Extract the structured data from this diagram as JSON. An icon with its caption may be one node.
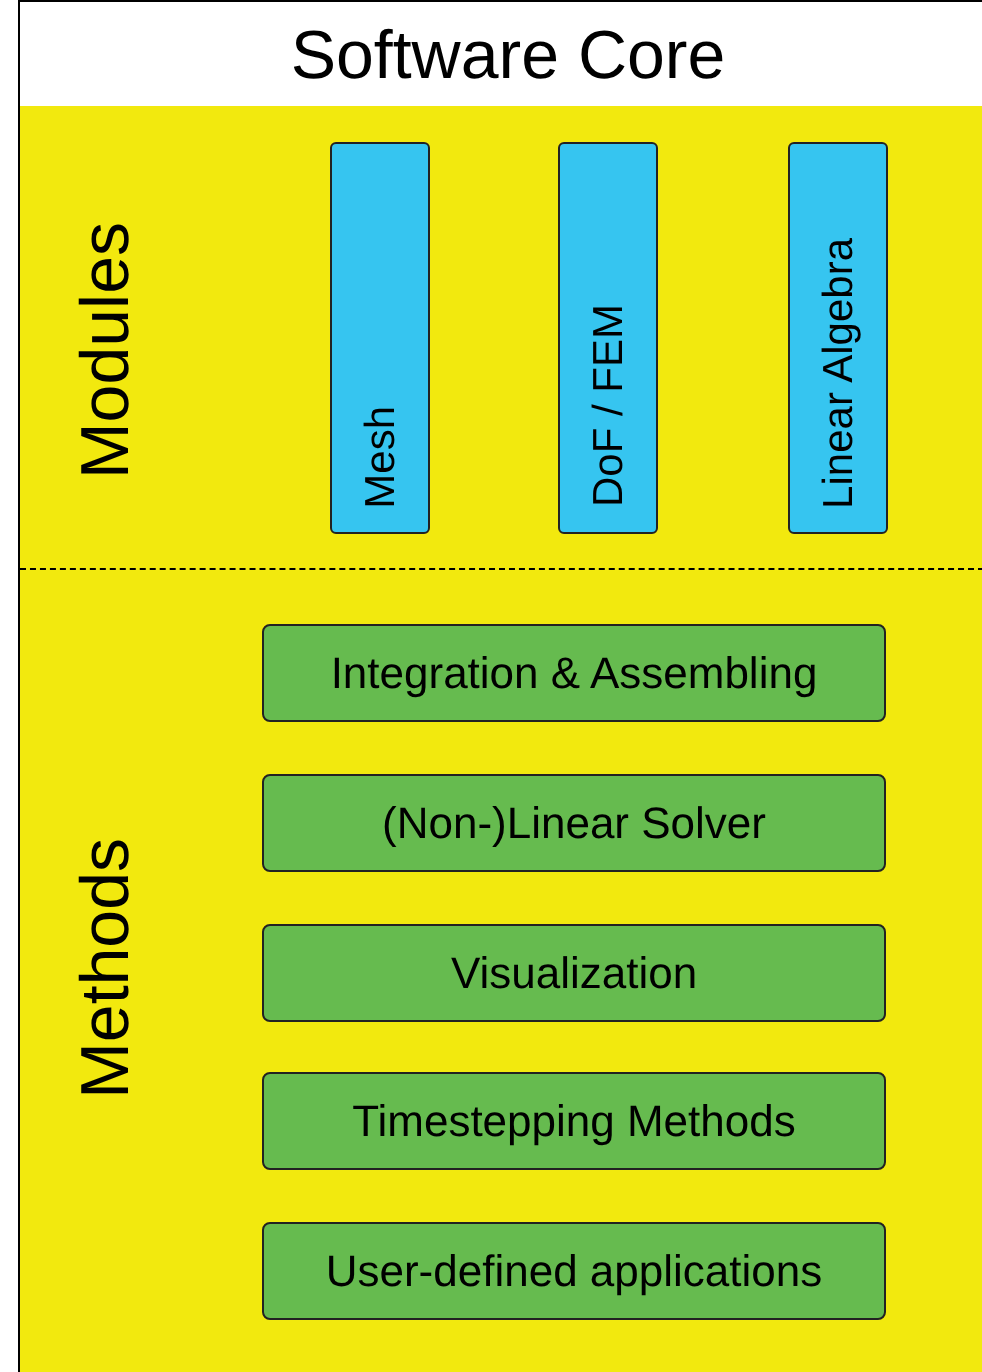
{
  "diagram": {
    "nodes": [
      {
        "text": [
          "Software Core"
        ]
      },
      {
        "text": [
          "Modules"
        ],
        "in": 0
      },
      {
        "text": [
          "Mesh"
        ],
        "in": 1
      },
      {
        "text": [
          "DoF / FEM"
        ],
        "in": 1
      },
      {
        "text": [
          "Linear Algebra"
        ],
        "in": 1
      },
      {
        "text": [
          "Methods"
        ],
        "in": 0
      },
      {
        "text": [
          "Integration & Assembling"
        ],
        "in": 5
      },
      {
        "text": [
          "(Non-)Linear Solver"
        ],
        "in": 5
      },
      {
        "text": [
          "Visualization"
        ],
        "in": 5
      },
      {
        "text": [
          "Timestepping Methods"
        ],
        "in": 5
      },
      {
        "text": [
          "User-defined applications"
        ],
        "in": 5
      }
    ],
    "edges": []
  }
}
